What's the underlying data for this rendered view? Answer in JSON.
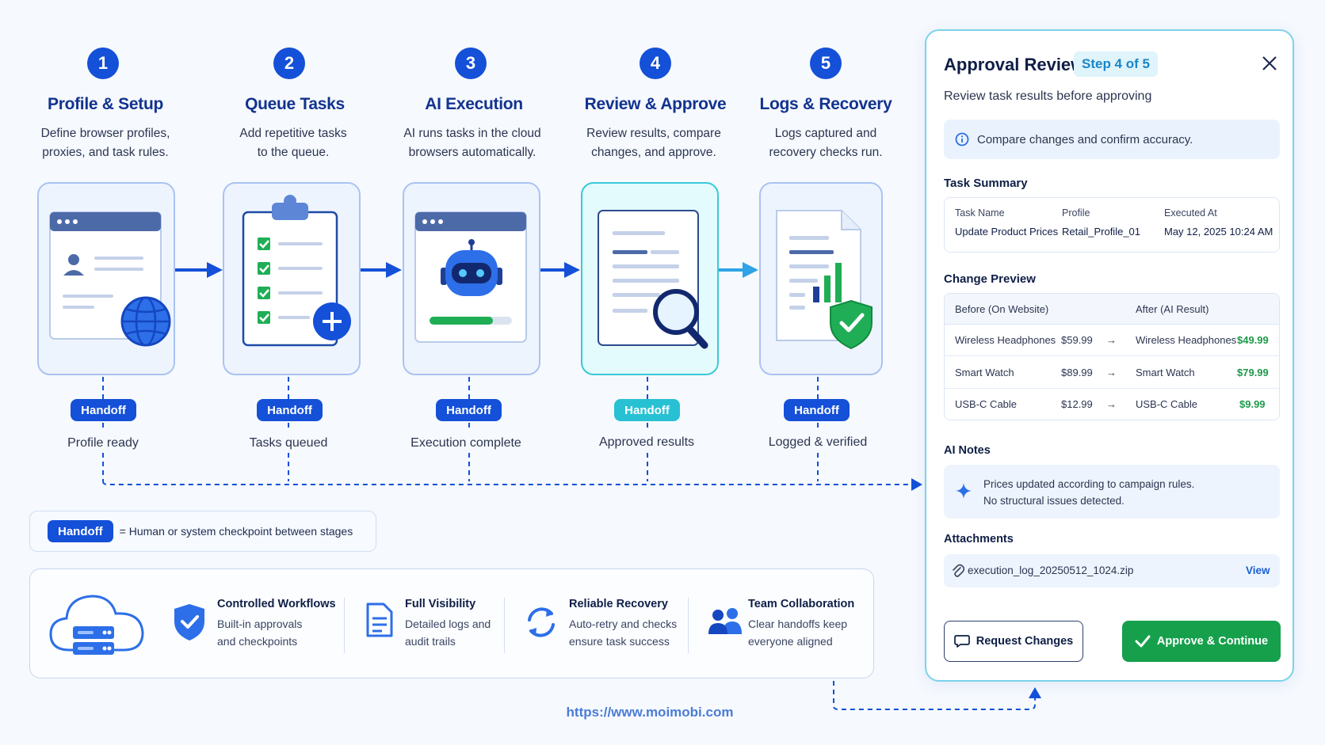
{
  "steps": [
    {
      "num": "1",
      "title": "Profile & Setup",
      "desc_1": "Define browser profiles,",
      "desc_2": "proxies, and task rules.",
      "handoff": "Handoff",
      "handoff_label": "Profile ready",
      "icon": "browser-profile-globe-icon"
    },
    {
      "num": "2",
      "title": "Queue Tasks",
      "desc_1": "Add repetitive tasks",
      "desc_2": "to the queue.",
      "handoff": "Handoff",
      "handoff_label": "Tasks queued",
      "icon": "clipboard-checklist-icon"
    },
    {
      "num": "3",
      "title": "AI Execution",
      "desc_1": "AI runs tasks in the cloud",
      "desc_2": "browsers automatically.",
      "handoff": "Handoff",
      "handoff_label": "Execution complete",
      "icon": "robot-browser-icon"
    },
    {
      "num": "4",
      "title": "Review & Approve",
      "desc_1": "Review results, compare",
      "desc_2": "changes, and approve.",
      "handoff": "Handoff",
      "handoff_label": "Approved results",
      "icon": "document-magnifier-icon"
    },
    {
      "num": "5",
      "title": "Logs & Recovery",
      "desc_1": "Logs captured and",
      "desc_2": "recovery checks run.",
      "handoff": "Handoff",
      "handoff_label": "Logged & verified",
      "icon": "log-shield-icon"
    }
  ],
  "legend": {
    "pill": "Handoff",
    "text": "= Human or system checkpoint between stages"
  },
  "features": [
    {
      "title": "Controlled Workflows",
      "desc_1": "Built-in approvals",
      "desc_2": "and checkpoints",
      "icon": "shield-check-icon"
    },
    {
      "title": "Full Visibility",
      "desc_1": "Detailed logs and",
      "desc_2": "audit trails",
      "icon": "document-icon"
    },
    {
      "title": "Reliable Recovery",
      "desc_1": "Auto-retry and checks",
      "desc_2": "ensure task success",
      "icon": "refresh-icon"
    },
    {
      "title": "Team Collaboration",
      "desc_1": "Clear handoffs keep",
      "desc_2": "everyone aligned",
      "icon": "users-icon"
    }
  ],
  "url": "https://www.moimobi.com",
  "panel": {
    "title": "Approval Review",
    "step_badge": "Step 4 of 5",
    "subtitle": "Review task results before approving",
    "info": "Compare changes and confirm accuracy.",
    "summary_heading": "Task Summary",
    "summary": {
      "task_name_label": "Task Name",
      "task_name": "Update Product Prices",
      "profile_label": "Profile",
      "profile": "Retail_Profile_01",
      "executed_label": "Executed At",
      "executed": "May 12, 2025 10:24 AM"
    },
    "change_heading": "Change Preview",
    "change_before_header": "Before (On Website)",
    "change_after_header": "After (AI Result)",
    "changes": [
      {
        "before_name": "Wireless Headphones",
        "before_price": "$59.99",
        "after_name": "Wireless Headphones",
        "after_price": "$49.99"
      },
      {
        "before_name": "Smart Watch",
        "before_price": "$89.99",
        "after_name": "Smart Watch",
        "after_price": "$79.99"
      },
      {
        "before_name": "USB-C Cable",
        "before_price": "$12.99",
        "after_name": "USB-C Cable",
        "after_price": "$9.99"
      }
    ],
    "arrow": "→",
    "notes_heading": "AI Notes",
    "notes_1": "Prices updated according to campaign rules.",
    "notes_2": "No structural issues detected.",
    "attach_heading": "Attachments",
    "attach_file": "execution_log_20250512_1024.zip",
    "attach_view": "View",
    "btn_request": "Request Changes",
    "btn_approve": "Approve & Continue"
  },
  "colors": {
    "primary": "#1450d8",
    "teal": "#27c1d3",
    "green": "#16a04c",
    "title_blue": "#12338f"
  }
}
